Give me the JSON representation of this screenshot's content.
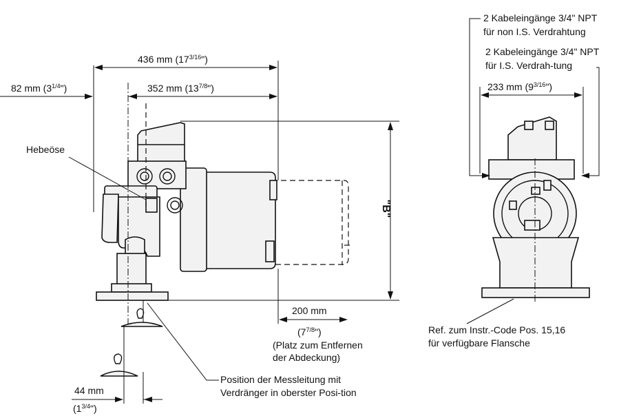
{
  "dimensions": {
    "d436_mm": "436 mm (17",
    "d436_frac": "3/16",
    "d436_close": "\")",
    "d82_mm": "82 mm (3",
    "d82_frac": "1/4",
    "d82_close": "\")",
    "d352_mm": "352 mm (13",
    "d352_frac": "7/8",
    "d352_close": "\")",
    "d233_mm": "233 mm (9",
    "d233_frac": "3/16",
    "d233_close": "\")",
    "d200_mm": "200 mm",
    "d200_in_open": "(7",
    "d200_in_frac": "7/8",
    "d200_in_close": "\")",
    "d44_mm": "44 mm",
    "d44_in_open": "(1",
    "d44_in_frac": "3/4",
    "d44_in_close": "\")",
    "height_b": "\"B\""
  },
  "labels": {
    "hebeose": "Hebeöse",
    "removal_1": "(Platz zum Entfernen",
    "removal_2": "der Abdeckung)",
    "position_1": "Position der Messleitung mit",
    "position_2": "Verdränger in oberster Posi-tion",
    "cable_non_is_1": "2 Kabeleingänge 3/4\" NPT",
    "cable_non_is_2": "für non I.S. Verdrahtung",
    "cable_is_1": "2 Kabeleingänge 3/4\" NPT",
    "cable_is_2": "für I.S. Verdrah-tung",
    "ref_1": "Ref. zum Instr.-Code Pos. 15,16",
    "ref_2": "für verfügbare Flansche"
  }
}
